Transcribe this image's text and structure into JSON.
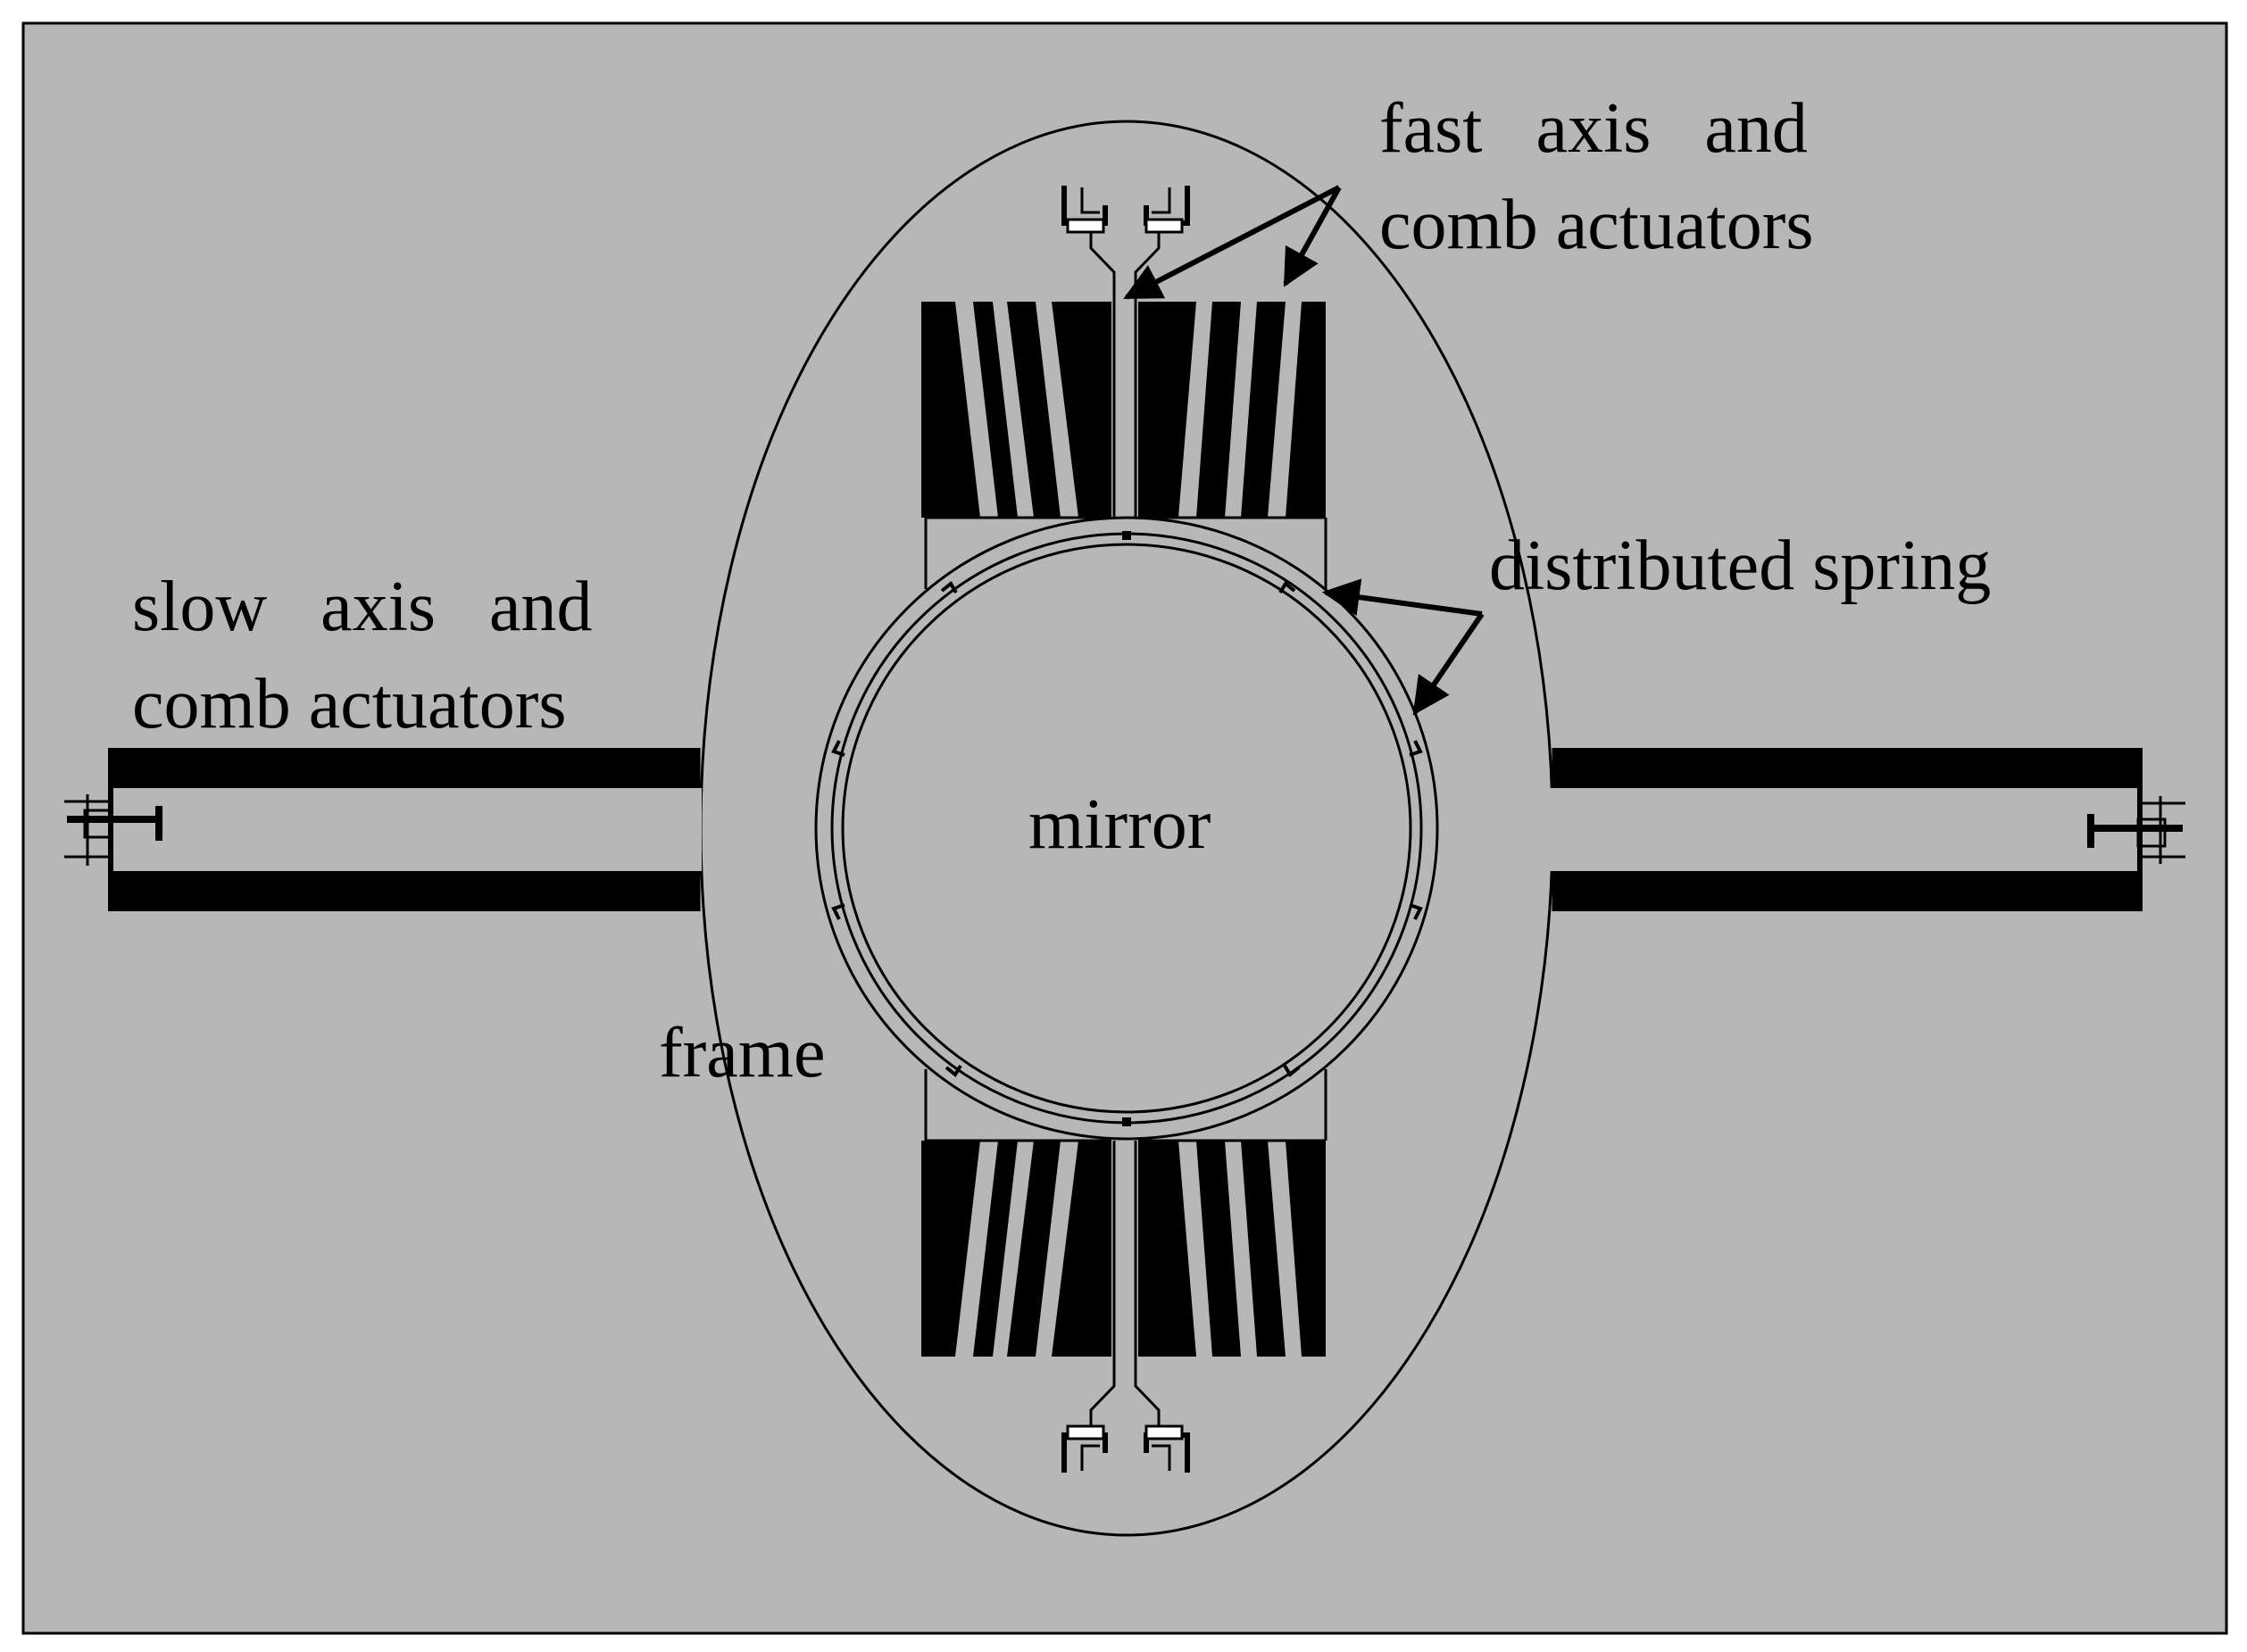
{
  "labels": {
    "fast_axis_line1": "fast   axis   and",
    "fast_axis_line2": "comb actuators",
    "distributed_spring": "distributed spring",
    "slow_axis_line1": "slow   axis   and",
    "slow_axis_line2": "comb actuators",
    "mirror": "mirror",
    "frame": "frame"
  },
  "colors": {
    "background": "#b7b7b7",
    "ink": "#000000",
    "page": "#ffffff"
  }
}
